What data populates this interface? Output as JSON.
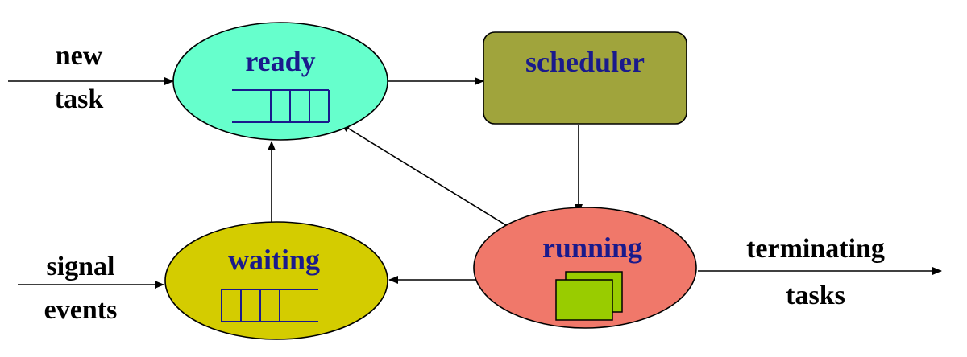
{
  "nodes": {
    "ready": {
      "label": "ready",
      "color": "#66ffcc"
    },
    "scheduler": {
      "label": "scheduler",
      "color": "#a0a43c"
    },
    "running": {
      "label": "running",
      "color": "#f0786a"
    },
    "waiting": {
      "label": "waiting",
      "color": "#d4cc00"
    }
  },
  "external": {
    "new_task_line1": "new",
    "new_task_line2": "task",
    "signal_line1": "signal",
    "signal_line2": "events",
    "terminating_line1": "terminating",
    "terminating_line2": "tasks"
  },
  "colors": {
    "label_text": "#1a1a8c",
    "task_window_fill": "#99cc00",
    "queue_stroke": "#1a1a8c"
  },
  "edges": [
    {
      "from": "new task",
      "to": "ready"
    },
    {
      "from": "ready",
      "to": "scheduler"
    },
    {
      "from": "scheduler",
      "to": "running"
    },
    {
      "from": "running",
      "to": "ready"
    },
    {
      "from": "running",
      "to": "waiting"
    },
    {
      "from": "waiting",
      "to": "ready"
    },
    {
      "from": "signal events",
      "to": "waiting"
    },
    {
      "from": "running",
      "to": "terminating tasks"
    }
  ]
}
